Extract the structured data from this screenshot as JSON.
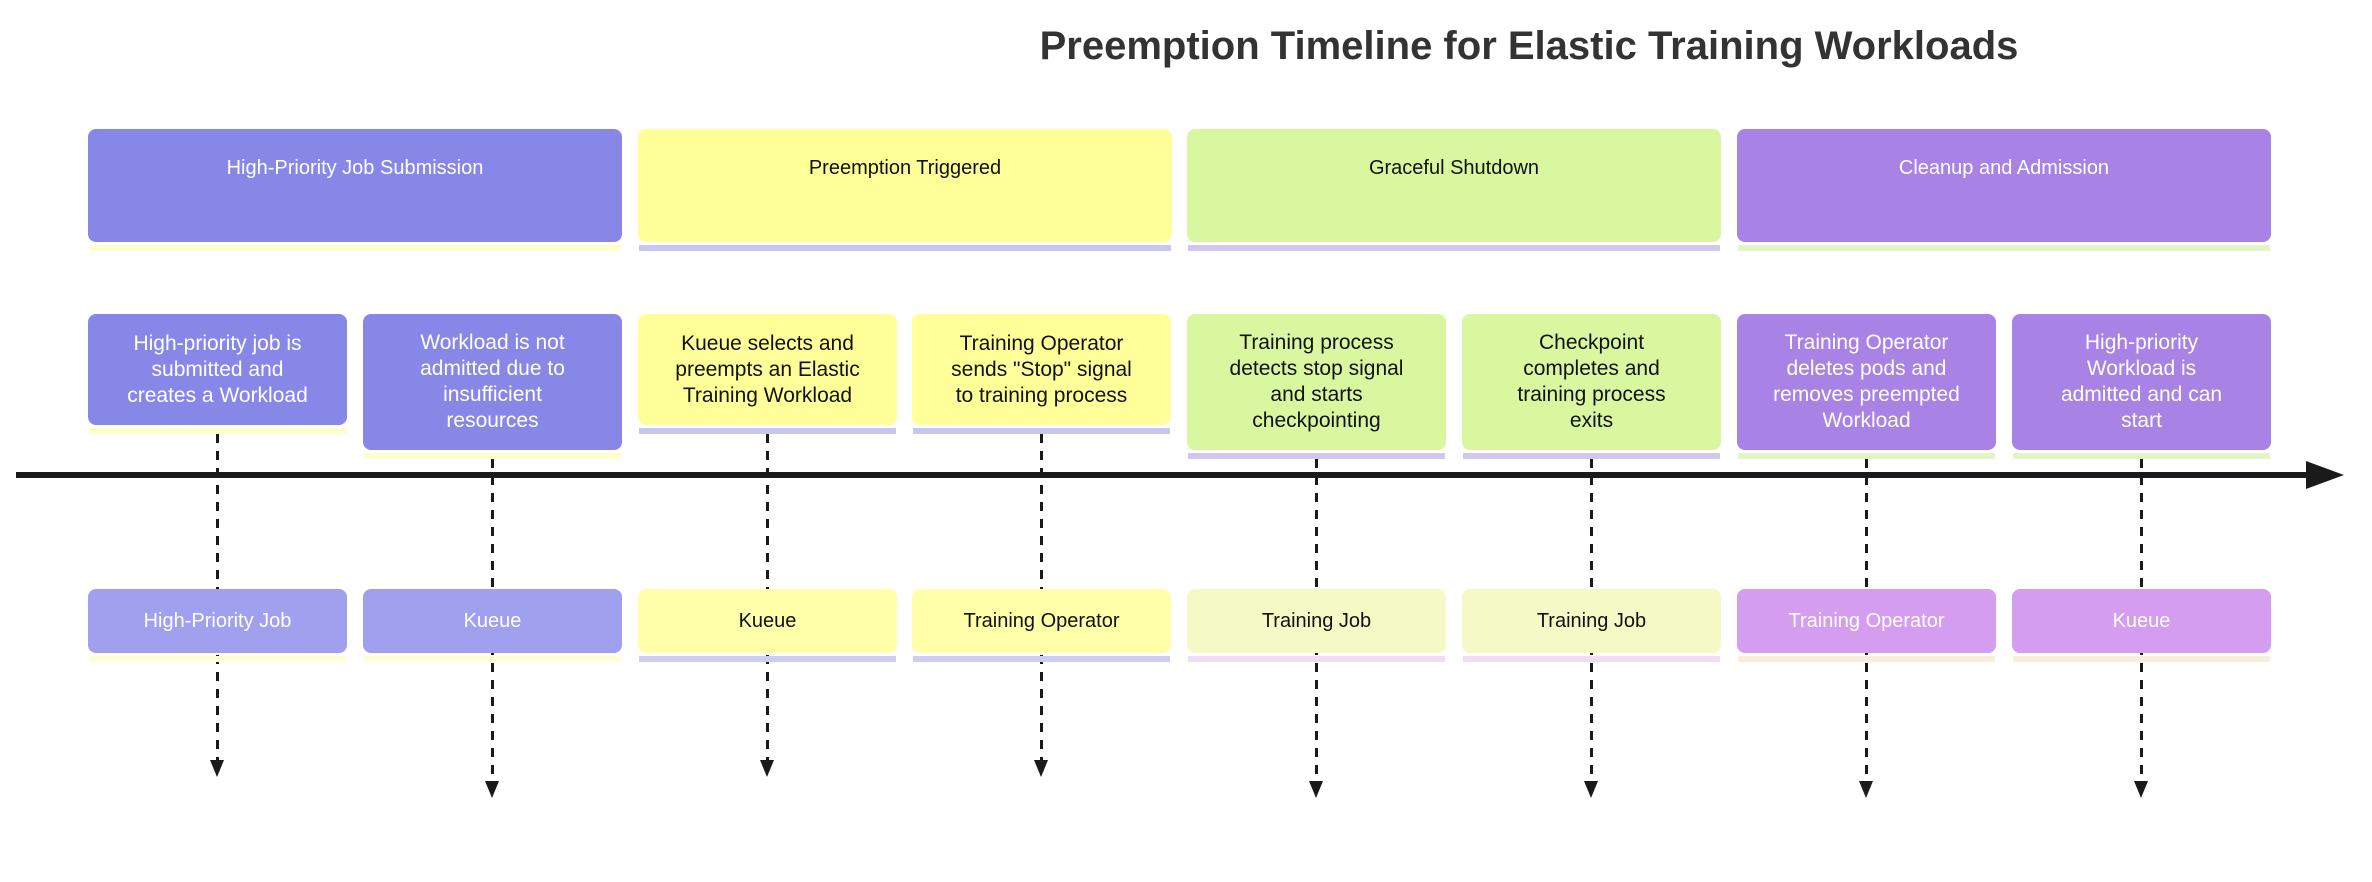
{
  "title": {
    "text": "Preemption Timeline for Elastic Training Workloads",
    "color": "#333333"
  },
  "axis": {
    "color": "#1a1a1a"
  },
  "sections": [
    {
      "label": "High-Priority Job Submission",
      "colors": {
        "bg": "#8787e8",
        "fg": "#ffffff",
        "strip": "#ffffcc",
        "period_bg": "#a0a0ee",
        "period_fg": "#ffffff",
        "period_strip": "#ffffd6"
      },
      "events": [
        {
          "text": "High-priority job is\nsubmitted and\ncreates a Workload",
          "period": "High-Priority Job"
        },
        {
          "text": "Workload is not\nadmitted due to\ninsufficient\nresources",
          "period": "Kueue"
        }
      ]
    },
    {
      "label": "Preemption Triggered",
      "colors": {
        "bg": "#feff99",
        "fg": "#111111",
        "strip": "#c6c6f2",
        "period_bg": "#ffffaa",
        "period_fg": "#111111",
        "period_strip": "#ccccf5"
      },
      "events": [
        {
          "text": "Kueue selects and\npreempts an Elastic\nTraining Workload",
          "period": "Kueue"
        },
        {
          "text": "Training Operator\nsends \"Stop\" signal\nto training process",
          "period": "Training Operator"
        }
      ]
    },
    {
      "label": "Graceful Shutdown",
      "colors": {
        "bg": "#d9f79e",
        "fg": "#111111",
        "strip": "#cfc7ec",
        "period_bg": "#f5f9c6",
        "period_fg": "#111111",
        "period_strip": "#f0dcf5"
      },
      "events": [
        {
          "text": "Training process\ndetects stop signal\nand starts\ncheckpointing",
          "period": "Training Job"
        },
        {
          "text": "Checkpoint\ncompletes and\ntraining process\nexits",
          "period": "Training Job"
        }
      ]
    },
    {
      "label": "Cleanup and Admission",
      "colors": {
        "bg": "#a982e5",
        "fg": "#ffffff",
        "strip": "#e1f6c6",
        "period_bg": "#d49df0",
        "period_fg": "#ffffff",
        "period_strip": "#f9eed9"
      },
      "events": [
        {
          "text": "Training Operator\ndeletes pods and\nremoves preempted\nWorkload",
          "period": "Training Operator"
        },
        {
          "text": "High-priority\nWorkload is\nadmitted and can\nstart",
          "period": "Kueue"
        }
      ]
    }
  ]
}
